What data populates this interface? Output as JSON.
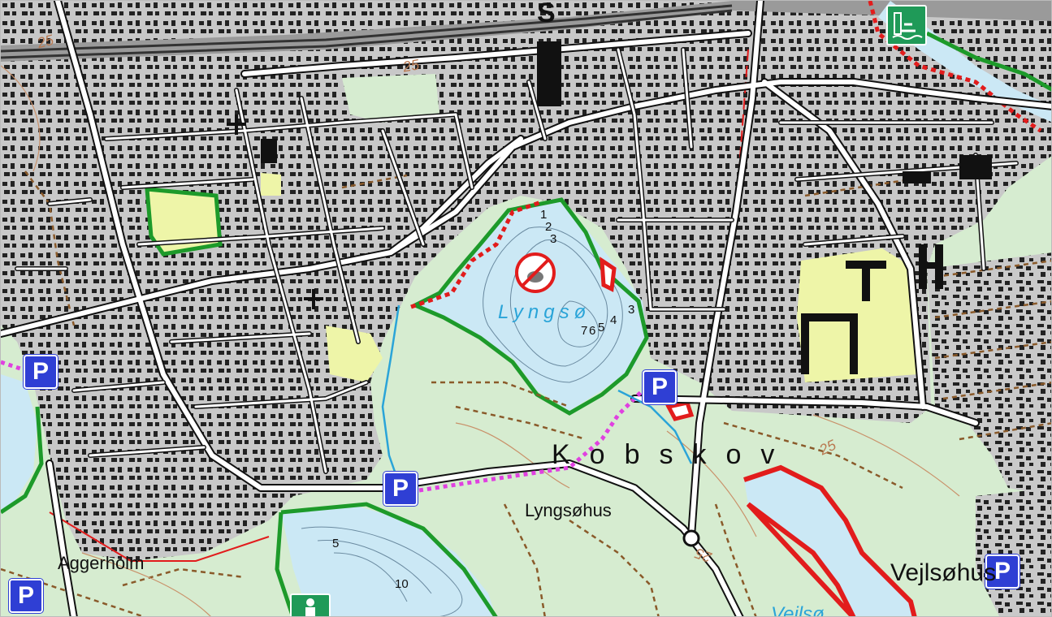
{
  "map": {
    "colors": {
      "water": "#cbe8f5",
      "forest": "#d6ecd0",
      "urban": "#c8c8c8",
      "park": "#eef5a8",
      "road": "#ffffff",
      "road_casing": "#111111",
      "protected_border": "#1d9a2a",
      "trail": "#8a5a2a",
      "contour": "#b97a52",
      "parking": "#2f3fd4",
      "route_magenta": "#e040e0",
      "red_boundary": "#e21c1c"
    },
    "places": {
      "aggerholm": "Aggerholm",
      "lyngsohus": "Lyngsøhus",
      "kobskov": "Kobskov",
      "lyngso": "Lyngsø",
      "vejlsohus": "Vejlsøhus",
      "vejlso": "Vejlsø"
    },
    "railway_letter": "S",
    "contour_labels": [
      "25",
      "25",
      "25",
      "25"
    ],
    "depth_labels": [
      "1",
      "2",
      "3",
      "3",
      "4",
      "5",
      "6",
      "7",
      "5",
      "10"
    ],
    "parking_label": "P",
    "icons": [
      "no-swimming-icon",
      "swimming-facility-icon",
      "toilet-icon",
      "church-icon"
    ]
  }
}
